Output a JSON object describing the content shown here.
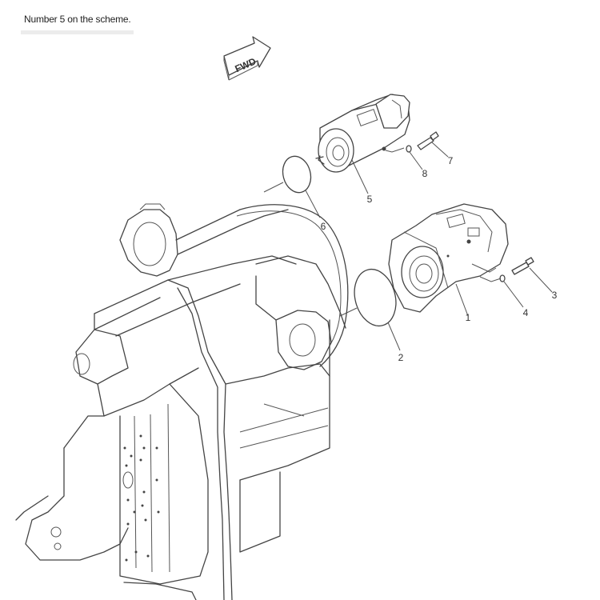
{
  "caption": "Number 5 on the scheme.",
  "fwd_label": "FWD",
  "callouts": [
    {
      "id": "1",
      "label": "1"
    },
    {
      "id": "2",
      "label": "2"
    },
    {
      "id": "3",
      "label": "3"
    },
    {
      "id": "4",
      "label": "4"
    },
    {
      "id": "5",
      "label": "5"
    },
    {
      "id": "6",
      "label": "6"
    },
    {
      "id": "7",
      "label": "7"
    },
    {
      "id": "8",
      "label": "8"
    }
  ],
  "parts": {
    "transmission": "transmission-housing",
    "pump_main": "hydraulic-pump-1",
    "pump_item5": "hydraulic-pump-5",
    "oring_2": "o-ring-2",
    "oring_6": "o-ring-6",
    "bolt_3": "bolt-3",
    "washer_4": "washer-4",
    "bolt_7": "bolt-7",
    "washer_8": "washer-8"
  }
}
